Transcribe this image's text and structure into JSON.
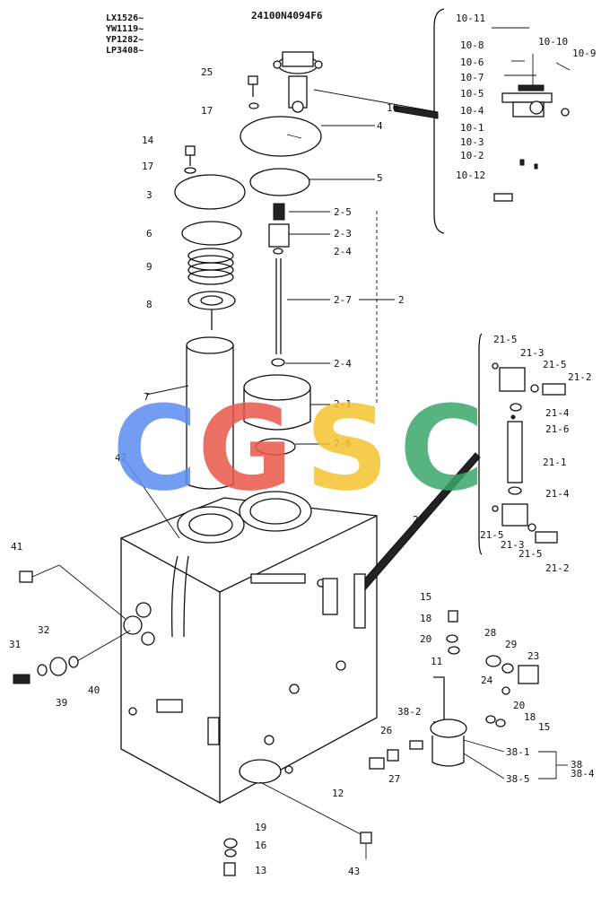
{
  "header": {
    "serials": [
      "LX1526~",
      "YW1119~",
      "YP1282~",
      "LP3408~"
    ],
    "drawing_number": "24100N4094F6"
  },
  "watermark": {
    "letters": [
      "C",
      "G",
      "S",
      "C"
    ],
    "colors": [
      "#5b8def",
      "#e9574a",
      "#f4c430",
      "#3aa66a"
    ]
  },
  "labels": {
    "l25": "25",
    "l17a": "17",
    "l14": "14",
    "l17b": "17",
    "l3": "3",
    "l6": "6",
    "l9": "9",
    "l8": "8",
    "l7": "7",
    "l42": "42",
    "l41": "41",
    "l32": "32",
    "l31": "31",
    "l39": "39",
    "l40": "40",
    "l10": "10",
    "l4": "4",
    "l5": "5",
    "l2_5": "2-5",
    "l2_3": "2-3",
    "l2_4a": "2-4",
    "l2_7": "2-7",
    "l2": "2",
    "l2_4b": "2-4",
    "l2_1": "2-1",
    "l2_6": "2-6",
    "l10_11": "10-11",
    "l10_8": "10-8",
    "l10_10": "10-10",
    "l10_9": "10-9",
    "l10_6": "10-6",
    "l10_7": "10-7",
    "l10_5": "10-5",
    "l10_4": "10-4",
    "l10_1": "10-1",
    "l10_3": "10-3",
    "l10_2": "10-2",
    "l10_12": "10-12",
    "l21_5a": "21-5",
    "l21_3a": "21-3",
    "l21_5b": "21-5",
    "l21_2a": "21-2",
    "l21_4a": "21-4",
    "l21_6": "21-6",
    "l21_1": "21-1",
    "l21_4b": "21-4",
    "l21_5c": "21-5",
    "l21_3b": "21-3",
    "l21_5d": "21-5",
    "l21_2b": "21-2",
    "l21": "21",
    "l15a": "15",
    "l18a": "18",
    "l20a": "20",
    "l11": "11",
    "l28": "28",
    "l29": "29",
    "l23": "23",
    "l24": "24",
    "l20b": "20",
    "l18b": "18",
    "l15b": "15",
    "l38_2": "38-2",
    "l26": "26",
    "l38_1": "38-1",
    "l38": "38",
    "l38_4": "38-4",
    "l38_5": "38-5",
    "l27": "27",
    "l12": "12",
    "l19": "19",
    "l16": "16",
    "l13": "13",
    "l43": "43"
  }
}
